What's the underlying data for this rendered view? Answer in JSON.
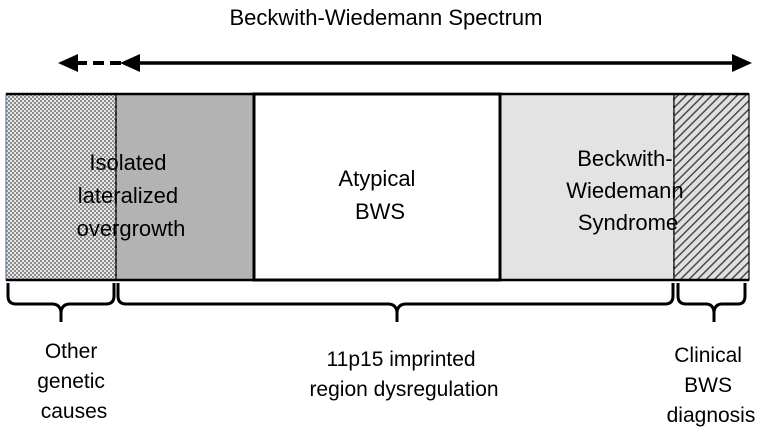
{
  "title": "Beckwith-Wiedemann Spectrum",
  "segments": [
    {
      "id": "isolated",
      "lines": [
        "Isolated",
        "lateralized",
        "overgrowth"
      ]
    },
    {
      "id": "atypical",
      "lines": [
        "Atypical",
        "BWS"
      ]
    },
    {
      "id": "bws",
      "lines": [
        "Beckwith-",
        "Wiedemann",
        "Syndrome"
      ]
    }
  ],
  "brackets": [
    {
      "id": "other",
      "lines": [
        "Other",
        "genetic",
        "causes"
      ]
    },
    {
      "id": "imprinted",
      "lines": [
        "11p15 imprinted",
        "region dysregulation"
      ]
    },
    {
      "id": "clinical",
      "lines": [
        "Clinical",
        "BWS",
        "diagnosis"
      ]
    }
  ],
  "colors": {
    "isolated_fill": "#b3b3b3",
    "atypical_fill": "#ffffff",
    "bws_fill": "#e3e3e3",
    "checker_light": "#e6e6e6",
    "checker_dark": "#8c8c8c",
    "checker_border": "#5b7fa6",
    "hatch_bg": "#e0e0e0",
    "hatch_line": "#4a4a4a"
  }
}
